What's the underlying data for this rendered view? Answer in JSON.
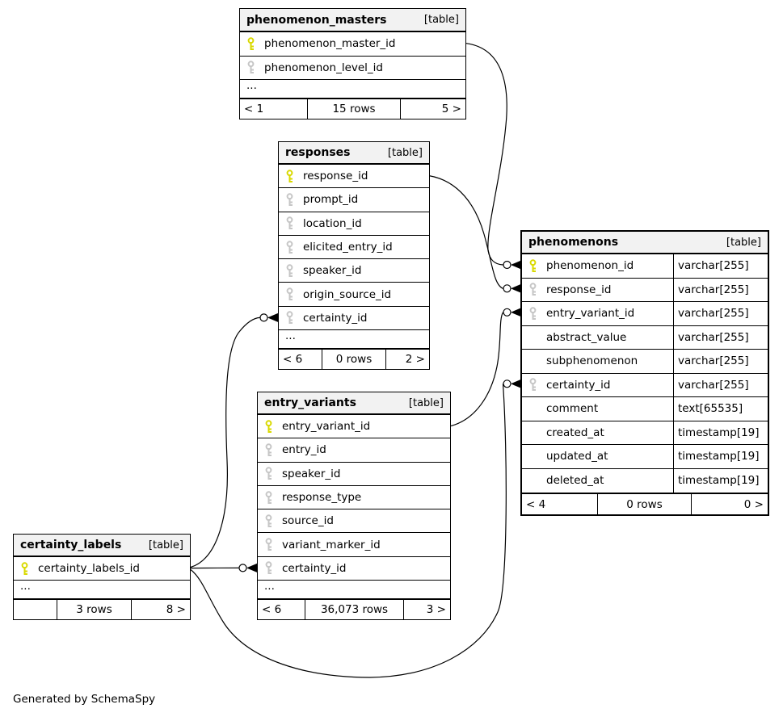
{
  "footer_note": "Generated by SchemaSpy",
  "colors": {
    "header_bg": "#f2f2f2",
    "primary_key": "#d9d900",
    "foreign_key": "#c6c6c6",
    "border": "#000000",
    "edge": "#000000"
  },
  "tables": [
    {
      "id": "phenomenon_masters",
      "name": "phenomenon_masters",
      "tag": "[table]",
      "columns": [
        {
          "name": "phenomenon_master_id",
          "key": "pk"
        },
        {
          "name": "phenomenon_level_id",
          "key": "fk"
        }
      ],
      "truncated": "...",
      "footer": {
        "left": "< 1",
        "center": "15 rows",
        "right": "5 >"
      }
    },
    {
      "id": "responses",
      "name": "responses",
      "tag": "[table]",
      "columns": [
        {
          "name": "response_id",
          "key": "pk"
        },
        {
          "name": "prompt_id",
          "key": "fk"
        },
        {
          "name": "location_id",
          "key": "fk"
        },
        {
          "name": "elicited_entry_id",
          "key": "fk"
        },
        {
          "name": "speaker_id",
          "key": "fk"
        },
        {
          "name": "origin_source_id",
          "key": "fk"
        },
        {
          "name": "certainty_id",
          "key": "fk"
        }
      ],
      "truncated": "...",
      "footer": {
        "left": "< 6",
        "center": "0 rows",
        "right": "2 >"
      }
    },
    {
      "id": "phenomenons",
      "name": "phenomenons",
      "tag": "[table]",
      "columns": [
        {
          "name": "phenomenon_id",
          "key": "pk",
          "type": "varchar[255]"
        },
        {
          "name": "response_id",
          "key": "fk",
          "type": "varchar[255]"
        },
        {
          "name": "entry_variant_id",
          "key": "fk",
          "type": "varchar[255]"
        },
        {
          "name": "abstract_value",
          "key": "",
          "type": "varchar[255]"
        },
        {
          "name": "subphenomenon",
          "key": "",
          "type": "varchar[255]"
        },
        {
          "name": "certainty_id",
          "key": "fk",
          "type": "varchar[255]"
        },
        {
          "name": "comment",
          "key": "",
          "type": "text[65535]"
        },
        {
          "name": "created_at",
          "key": "",
          "type": "timestamp[19]"
        },
        {
          "name": "updated_at",
          "key": "",
          "type": "timestamp[19]"
        },
        {
          "name": "deleted_at",
          "key": "",
          "type": "timestamp[19]"
        }
      ],
      "footer": {
        "left": "< 4",
        "center": "0 rows",
        "right": "0 >"
      }
    },
    {
      "id": "entry_variants",
      "name": "entry_variants",
      "tag": "[table]",
      "columns": [
        {
          "name": "entry_variant_id",
          "key": "pk"
        },
        {
          "name": "entry_id",
          "key": "fk"
        },
        {
          "name": "speaker_id",
          "key": "fk"
        },
        {
          "name": "response_type",
          "key": "fk"
        },
        {
          "name": "source_id",
          "key": "fk"
        },
        {
          "name": "variant_marker_id",
          "key": "fk"
        },
        {
          "name": "certainty_id",
          "key": "fk"
        }
      ],
      "truncated": "...",
      "footer": {
        "left": "< 6",
        "center": "36,073 rows",
        "right": "3 >"
      }
    },
    {
      "id": "certainty_labels",
      "name": "certainty_labels",
      "tag": "[table]",
      "columns": [
        {
          "name": "certainty_labels_id",
          "key": "pk"
        }
      ],
      "truncated": "...",
      "footer": {
        "left": "",
        "center": "3 rows",
        "right": "8 >"
      }
    }
  ],
  "edges": [
    {
      "from": "phenomenon_masters.phenomenon_master_id",
      "to": "phenomenons.phenomenon_id"
    },
    {
      "from": "responses.response_id",
      "to": "phenomenons.response_id"
    },
    {
      "from": "entry_variants.entry_variant_id",
      "to": "phenomenons.entry_variant_id"
    },
    {
      "from": "certainty_labels.certainty_labels_id",
      "to": "phenomenons.certainty_id"
    },
    {
      "from": "certainty_labels.certainty_labels_id",
      "to": "responses.certainty_id"
    },
    {
      "from": "certainty_labels.certainty_labels_id",
      "to": "entry_variants.certainty_id"
    }
  ]
}
